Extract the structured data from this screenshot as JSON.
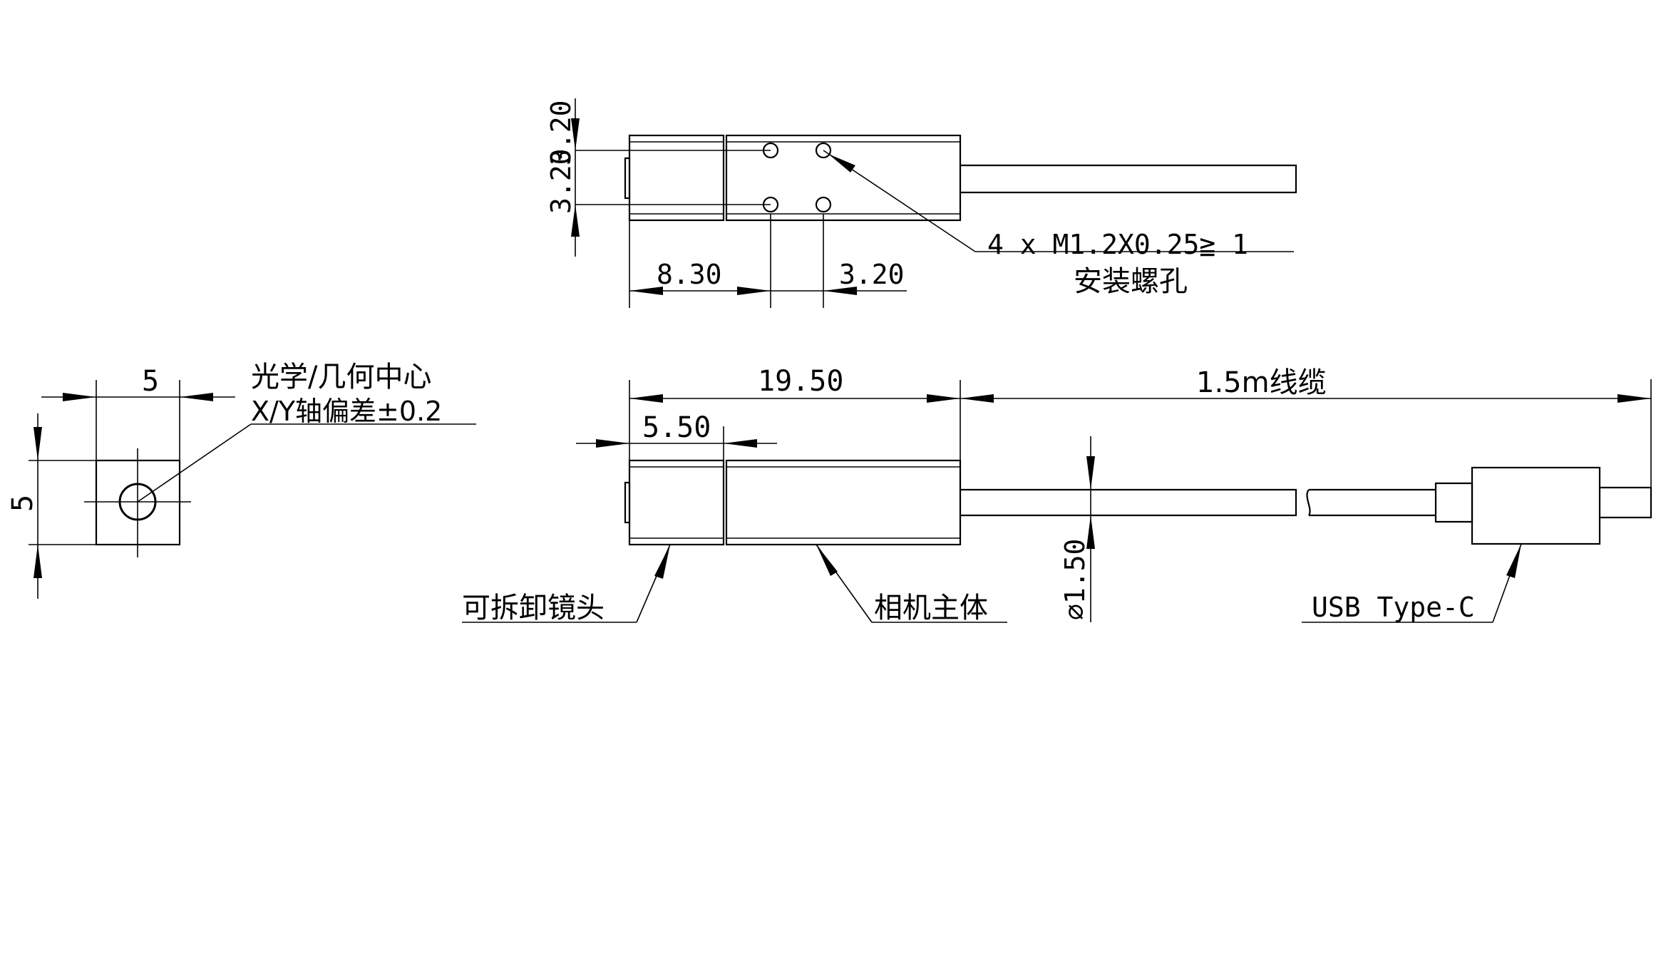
{
  "top_view": {
    "dim_hole_spacing_a": "3.20",
    "dim_hole_spacing_b": "3.20",
    "dim_lens_to_hole": "8.30",
    "dim_hole_pitch": "3.20",
    "mount_hole_spec": "4 x  M1.2X0.25≧ 1",
    "mount_hole_label": "安装螺孔"
  },
  "front_view": {
    "width": "5",
    "height": "5",
    "center_label": "光学/几何中心",
    "tolerance_label": "X/Y轴偏差±0.2"
  },
  "side_view": {
    "body_length": "19.50",
    "lens_length": "5.50",
    "cable_length": "1.5m线缆",
    "cable_diameter": "∅1.50",
    "lens_label": "可拆卸镜头",
    "body_label": "相机主体",
    "connector_label": "USB Type-C"
  }
}
